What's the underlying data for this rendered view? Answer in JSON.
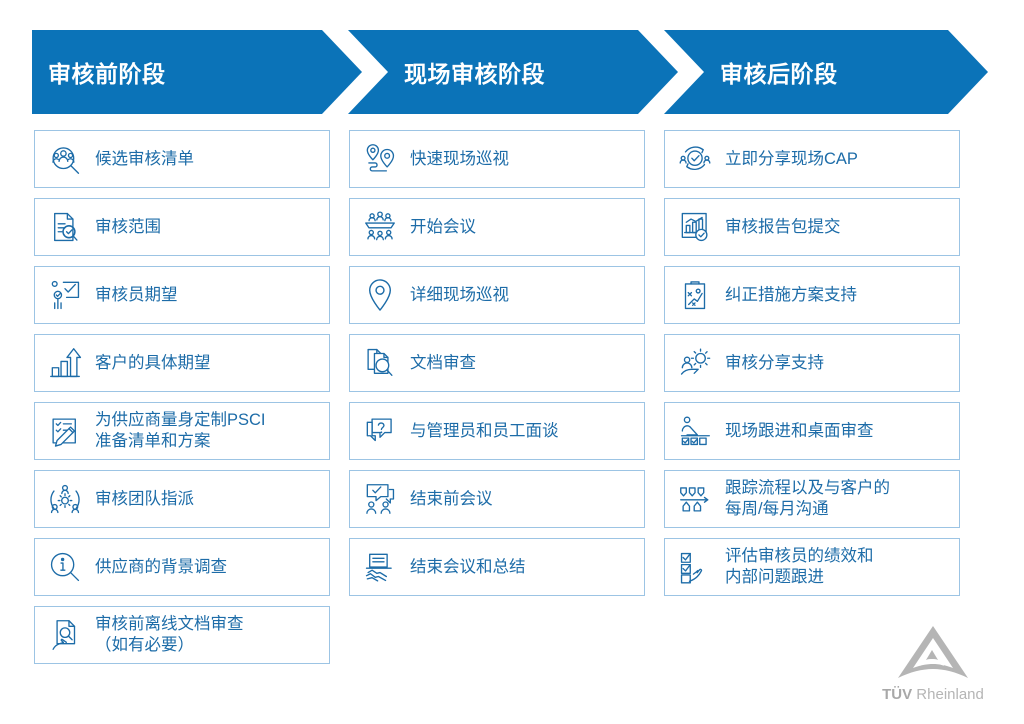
{
  "theme": {
    "banner_blue": "#0b73b8",
    "card_border": "#9cc4e4",
    "label_blue": "#1d6ca8",
    "logo_grey": "#b5b5b5",
    "background": "#ffffff"
  },
  "banners": [
    {
      "title": "审核前阶段"
    },
    {
      "title": "现场审核阶段"
    },
    {
      "title": "审核后阶段"
    }
  ],
  "columns": [
    {
      "name": "pre-audit-stage",
      "items": [
        {
          "icon": "people-magnifier-icon",
          "label": "候选审核清单"
        },
        {
          "icon": "document-check-magnifier-icon",
          "label": "审核范围"
        },
        {
          "icon": "auditor-checklist-icon",
          "label": "审核员期望"
        },
        {
          "icon": "bar-chart-arrow-icon",
          "label": "客户的具体期望"
        },
        {
          "icon": "clipboard-pen-icon",
          "label": "为供应商量身定制PSCI\n准备清单和方案"
        },
        {
          "icon": "team-gear-icon",
          "label": "审核团队指派"
        },
        {
          "icon": "info-magnifier-icon",
          "label": "供应商的背景调查"
        },
        {
          "icon": "document-review-hand-icon",
          "label": "审核前离线文档审查\n（如有必要）"
        }
      ]
    },
    {
      "name": "onsite-audit-stage",
      "items": [
        {
          "icon": "route-pins-icon",
          "label": "快速现场巡视"
        },
        {
          "icon": "meeting-table-icon",
          "label": "开始会议"
        },
        {
          "icon": "map-pin-icon",
          "label": "详细现场巡视"
        },
        {
          "icon": "documents-magnifier-icon",
          "label": "文档审查"
        },
        {
          "icon": "question-chat-icon",
          "label": "与管理员和员工面谈"
        },
        {
          "icon": "chat-check-people-icon",
          "label": "结束前会议"
        },
        {
          "icon": "handshake-document-icon",
          "label": "结束会议和总结"
        }
      ]
    },
    {
      "name": "post-audit-stage",
      "items": [
        {
          "icon": "cycle-check-people-icon",
          "label": "立即分享现场CAP"
        },
        {
          "icon": "report-chart-check-icon",
          "label": "审核报告包提交"
        },
        {
          "icon": "clipboard-path-icon",
          "label": "纠正措施方案支持"
        },
        {
          "icon": "hand-gear-person-icon",
          "label": "审核分享支持"
        },
        {
          "icon": "person-desk-check-icon",
          "label": "现场跟进和桌面审查"
        },
        {
          "icon": "flow-tracking-icon",
          "label": "跟踪流程以及与客户的\n每周/每月沟通"
        },
        {
          "icon": "checklist-hand-icon",
          "label": "评估审核员的绩效和\n内部问题跟进"
        }
      ]
    }
  ],
  "logo": {
    "mark": "tuv-triangle-icon",
    "brand_bold": "TÜV",
    "brand_rest": " Rheinland"
  }
}
